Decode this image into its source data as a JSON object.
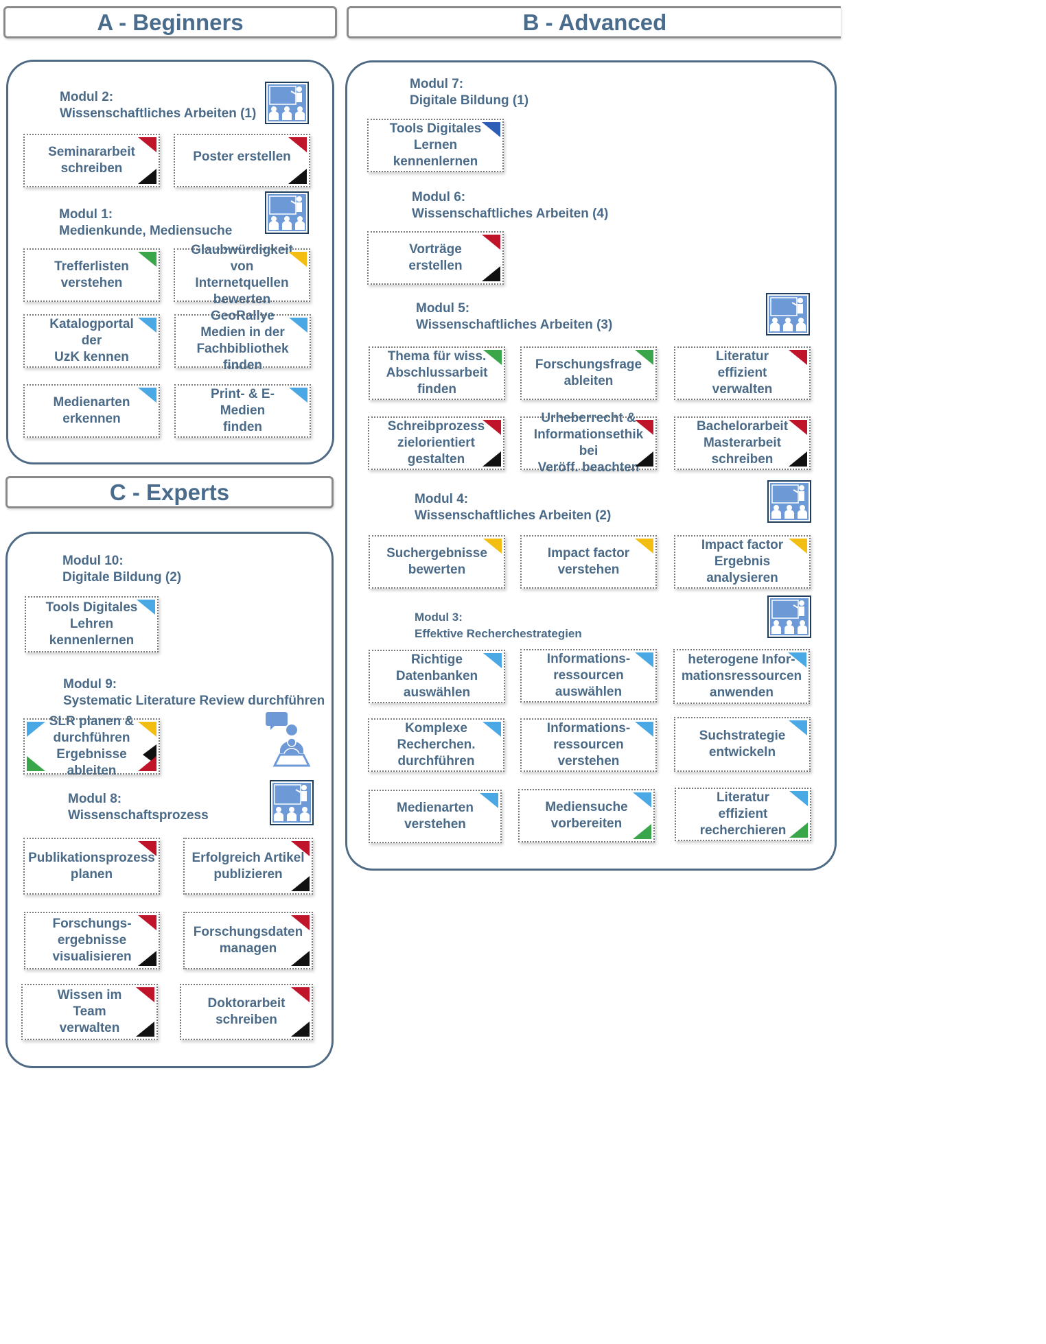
{
  "colors": {
    "red": "#c0142a",
    "black": "#111111",
    "green": "#3aa64a",
    "yellow": "#f2be12",
    "light_blue": "#4aa8e4",
    "dark_blue": "#2e5db8",
    "text": "#4a6a87",
    "icon_blue": "#6d99d6"
  },
  "headers": {
    "a": "A - Beginners",
    "b": "B - Advanced",
    "c": "C - Experts"
  },
  "modules": {
    "m1": "Modul 1:\nMedienkunde, Mediensuche",
    "m2": "Modul 2:\nWissenschaftliches Arbeiten (1)",
    "m3": "Modul 3:\nEffektive Recherchestrategien",
    "m4": "Modul 4:\nWissenschaftliches Arbeiten (2)",
    "m5": "Modul 5:\nWissenschaftliches Arbeiten (3)",
    "m6": "Modul 6:\nWissenschaftliches Arbeiten (4)",
    "m7": "Modul 7:\nDigitale Bildung (1)",
    "m8": "Modul 8:\nWissenschaftsprozess",
    "m9": "Modul 9:\nSystematic Literature Review durchführen",
    "m10": "Modul 10:\nDigitale Bildung (2)"
  },
  "cards": {
    "seminararbeit": "Seminararbeit\nschreiben",
    "poster": "Poster erstellen",
    "trefferlisten": "Trefferlisten\nverstehen",
    "glaubwuerdigkeit": "Glaubwürdigkeit\nvon Internetquellen\nbewerten",
    "katalogportal": "Katalogportal der\nUzK kennen",
    "georallye": "GeoRallye\nMedien in der\nFachbibliothek finden",
    "medienarten_erkennen": "Medienarten\nerkennen",
    "print_emedien": "Print- & E-Medien\nfinden",
    "tools_lernen": "Tools Digitales\nLernen\nkennenlernen",
    "vortraege": "Vorträge erstellen",
    "thema": "Thema für wiss.\nAbschlussarbeit\nfinden",
    "forschungsfrage": "Forschungsfrage\nableiten",
    "literatur_verwalten": "Literatur effizient\nverwalten",
    "schreibprozess": "Schreibprozess\nzielorientiert\ngestalten",
    "urheberrecht": "Urheberrecht &\nInformationsethik bei\nVeröff. beachten",
    "bachelorarbeit": "Bachelorarbeit\nMasterarbeit\nschreiben",
    "suchergebnisse": "Suchergebnisse\nbewerten",
    "impact_verstehen": "Impact factor\nverstehen",
    "impact_analysieren": "Impact factor\nErgebnis analysieren",
    "datenbanken": "Richtige Datenbanken\nauswählen",
    "info_auswaehlen": "Informations-\nressourcen auswählen",
    "heterogene": "heterogene Infor-\nmationsressourcen\nanwenden",
    "komplexe": "Komplexe\nRecherchen.\ndurchführen",
    "info_verstehen": "Informations-\nressourcen\nverstehen",
    "suchstrategie": "Suchstrategie\nentwickeln",
    "medienarten_verstehen": "Medienarten\nverstehen",
    "mediensuche": "Mediensuche\nvorbereiten",
    "literatur_recherchieren": "Literatur effizient\nrecherchieren",
    "tools_lehren": "Tools Digitales\nLehren kennenlernen",
    "slr": "SLR planen &\ndurchführen\nErgebnisse ableiten",
    "publikationsprozess": "Publikationsprozess\nplanen",
    "erfolgreich": "Erfolgreich Artikel\npublizieren",
    "forschungsergebnisse": "Forschungs-\nergebnisse\nvisualisieren",
    "forschungsdaten": "Forschungsdaten\nmanagen",
    "wissen_team": "Wissen im Team\nverwalten",
    "doktorarbeit": "Doktorarbeit\nschreiben"
  }
}
